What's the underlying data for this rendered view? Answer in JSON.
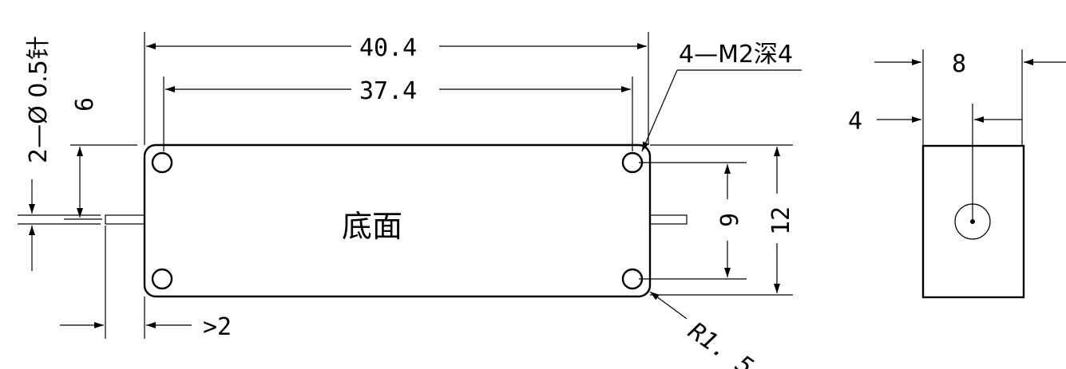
{
  "annotations": {
    "overall_length": "40.4",
    "hole_spacing_long": "37.4",
    "thread_note": "4—M2深4",
    "pin_note": "2—Ø 0.5针",
    "pin_height": "6",
    "hole_spacing_short": "9",
    "body_height": "12",
    "pin_protrusion": ">2",
    "corner_radius": "R1. 5",
    "view_label": "底面",
    "side_width": "8",
    "side_offset": "4"
  }
}
